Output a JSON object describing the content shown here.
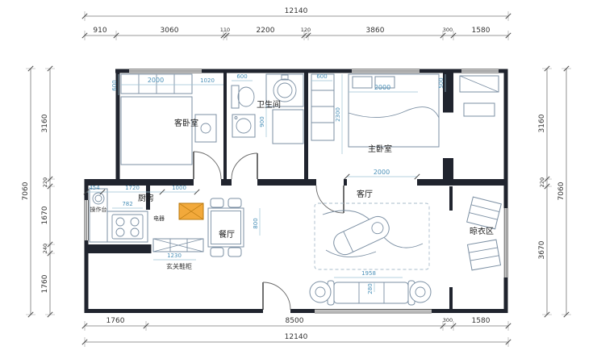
{
  "dims": {
    "top_total": "12140",
    "top": [
      "910",
      "3060",
      "110",
      "2200",
      "120",
      "3860",
      "300",
      "1580"
    ],
    "bottom": [
      "1760",
      "8500",
      "300",
      "1580"
    ],
    "bottom_total": "12140",
    "left": [
      "3160",
      "220",
      "1670",
      "240",
      "1760"
    ],
    "left_total": "7060",
    "right": [
      "3160",
      "220",
      "3670"
    ],
    "right_total": "7060"
  },
  "rooms": {
    "guest_bedroom": "客卧室",
    "bathroom": "卫生间",
    "master_bedroom": "主卧室",
    "kitchen": "厨房",
    "dining_room": "餐厅",
    "living_room": "客厅",
    "drying_area": "晾衣区",
    "entry_cabinet": "玄关鞋柜",
    "worktop": "操作台",
    "appliances": "电器"
  },
  "interior": {
    "guest_wardrobe": "2000",
    "guest_right": "1020",
    "guest_depth": "600",
    "bath_left": "600",
    "bath_height": "900",
    "master_wardrobe": "600",
    "master_bed": "2000",
    "master_side": "500",
    "master_depth": "2300",
    "living_opening": "2000",
    "kitchen_a": "454",
    "kitchen_b": "1720",
    "kitchen_c": "1000",
    "stove": "782",
    "dining_depth": "800",
    "entry_cab_w": "1230",
    "sofa_w": "1958",
    "sofa_gap": "280"
  }
}
